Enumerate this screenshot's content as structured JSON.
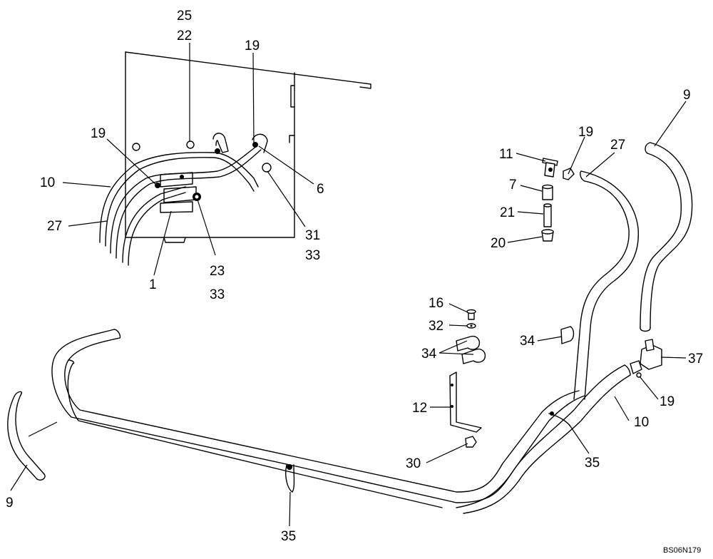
{
  "diagram_code": "BS06N179",
  "callouts": [
    {
      "id": "c25",
      "text": "25"
    },
    {
      "id": "c22",
      "text": "22"
    },
    {
      "id": "c19a",
      "text": "19"
    },
    {
      "id": "c19b",
      "text": "19"
    },
    {
      "id": "c10a",
      "text": "10"
    },
    {
      "id": "c27a",
      "text": "27"
    },
    {
      "id": "c6",
      "text": "6"
    },
    {
      "id": "c31",
      "text": "31"
    },
    {
      "id": "c33a",
      "text": "33"
    },
    {
      "id": "c23",
      "text": "23"
    },
    {
      "id": "c33b",
      "text": "33"
    },
    {
      "id": "c1",
      "text": "1"
    },
    {
      "id": "c9a",
      "text": "9"
    },
    {
      "id": "c19c",
      "text": "19"
    },
    {
      "id": "c27b",
      "text": "27"
    },
    {
      "id": "c11",
      "text": "11"
    },
    {
      "id": "c7",
      "text": "7"
    },
    {
      "id": "c21",
      "text": "21"
    },
    {
      "id": "c20",
      "text": "20"
    },
    {
      "id": "c16",
      "text": "16"
    },
    {
      "id": "c32",
      "text": "32"
    },
    {
      "id": "c34a",
      "text": "34"
    },
    {
      "id": "c34b",
      "text": "34"
    },
    {
      "id": "c37",
      "text": "37"
    },
    {
      "id": "c12",
      "text": "12"
    },
    {
      "id": "c19d",
      "text": "19"
    },
    {
      "id": "c10b",
      "text": "10"
    },
    {
      "id": "c30",
      "text": "30"
    },
    {
      "id": "c35a",
      "text": "35"
    },
    {
      "id": "c9b",
      "text": "9"
    },
    {
      "id": "c35b",
      "text": "35"
    }
  ]
}
